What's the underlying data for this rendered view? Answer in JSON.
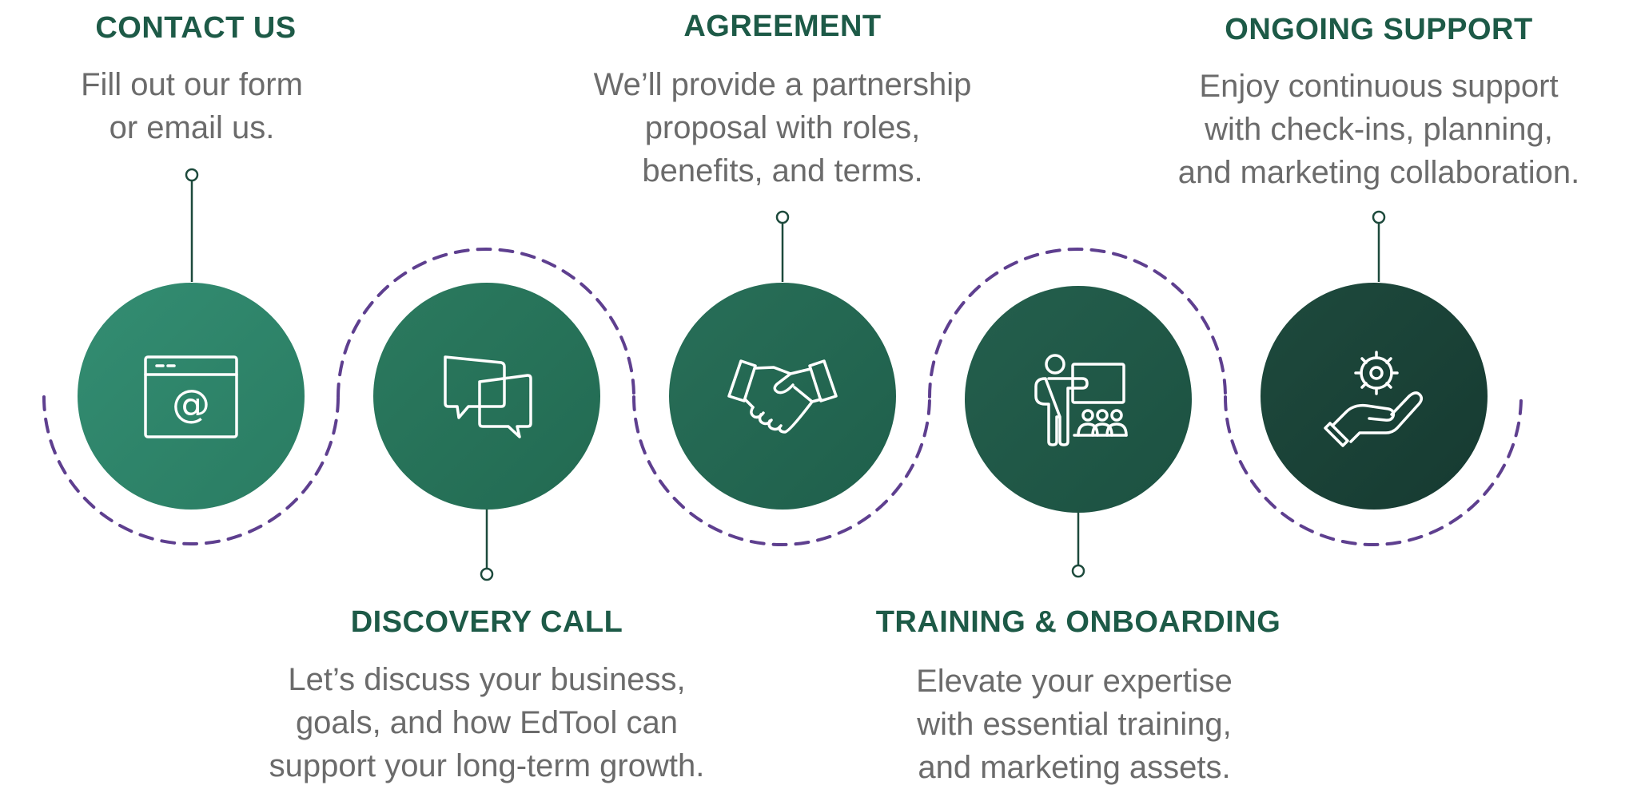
{
  "colors": {
    "dash": "#5e3f8f",
    "connector": "#1d4a3c",
    "title": "#1d5a47",
    "text": "#6b6b6b",
    "icon_stroke": "#ffffff"
  },
  "steps": [
    {
      "title": "CONTACT US",
      "lines": [
        "Fill out our form",
        "or email us."
      ],
      "icon": "browser-at-icon",
      "color_light": "#338d72",
      "color_dark": "#2a7c62"
    },
    {
      "title": "DISCOVERY CALL",
      "lines": [
        "Let’s discuss your business,",
        "goals, and how EdTool can",
        "support your long-term growth."
      ],
      "icon": "chat-bubbles-icon",
      "color_light": "#2b7a5f",
      "color_dark": "#226a52"
    },
    {
      "title": "AGREEMENT",
      "lines": [
        "We’ll provide a partnership",
        "proposal with roles,",
        "benefits, and terms."
      ],
      "icon": "handshake-icon",
      "color_light": "#286f58",
      "color_dark": "#1f5f4b"
    },
    {
      "title": "TRAINING & ONBOARDING",
      "lines": [
        "Elevate your expertise",
        "with essential training,",
        "and marketing assets."
      ],
      "icon": "presentation-icon",
      "color_light": "#245f4d",
      "color_dark": "#1c5141"
    },
    {
      "title": "ONGOING SUPPORT",
      "lines": [
        "Enjoy continuous support",
        "with check-ins, planning,",
        "and marketing collaboration."
      ],
      "icon": "gear-hand-icon",
      "color_light": "#1e4a3d",
      "color_dark": "#163a31"
    }
  ]
}
